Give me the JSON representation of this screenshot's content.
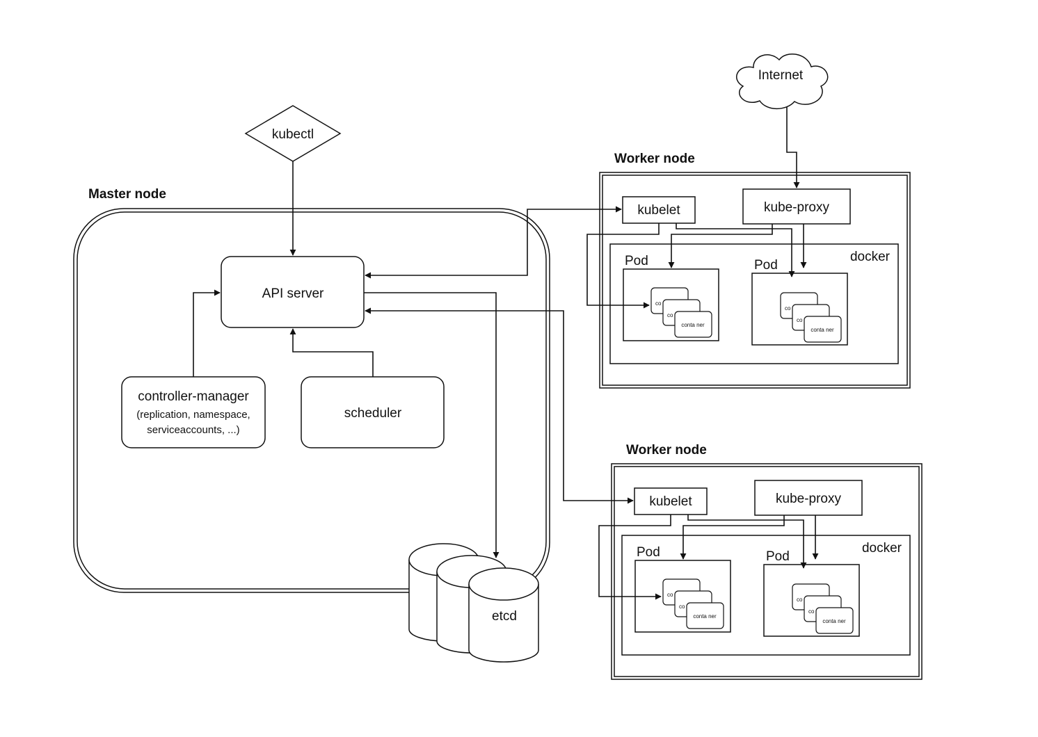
{
  "diagram": {
    "internet": "Internet",
    "kubectl": "kubectl",
    "master": {
      "title": "Master node",
      "api_server": "API server",
      "controller_manager": {
        "line1": "controller-manager",
        "line2": "(replication, namespace,",
        "line3": "serviceaccounts, ...)"
      },
      "scheduler": "scheduler",
      "etcd": "etcd"
    },
    "workers": [
      {
        "title": "Worker node",
        "kubelet": "kubelet",
        "kube_proxy": "kube-proxy",
        "docker": "docker",
        "pods": [
          {
            "label": "Pod",
            "containers": [
              "co",
              "co",
              "conta ner"
            ]
          },
          {
            "label": "Pod",
            "containers": [
              "co",
              "co",
              "conta ner"
            ]
          }
        ]
      },
      {
        "title": "Worker node",
        "kubelet": "kubelet",
        "kube_proxy": "kube-proxy",
        "docker": "docker",
        "pods": [
          {
            "label": "Pod",
            "containers": [
              "co",
              "co",
              "conta ner"
            ]
          },
          {
            "label": "Pod",
            "containers": [
              "co",
              "co",
              "conta ner"
            ]
          }
        ]
      }
    ]
  }
}
